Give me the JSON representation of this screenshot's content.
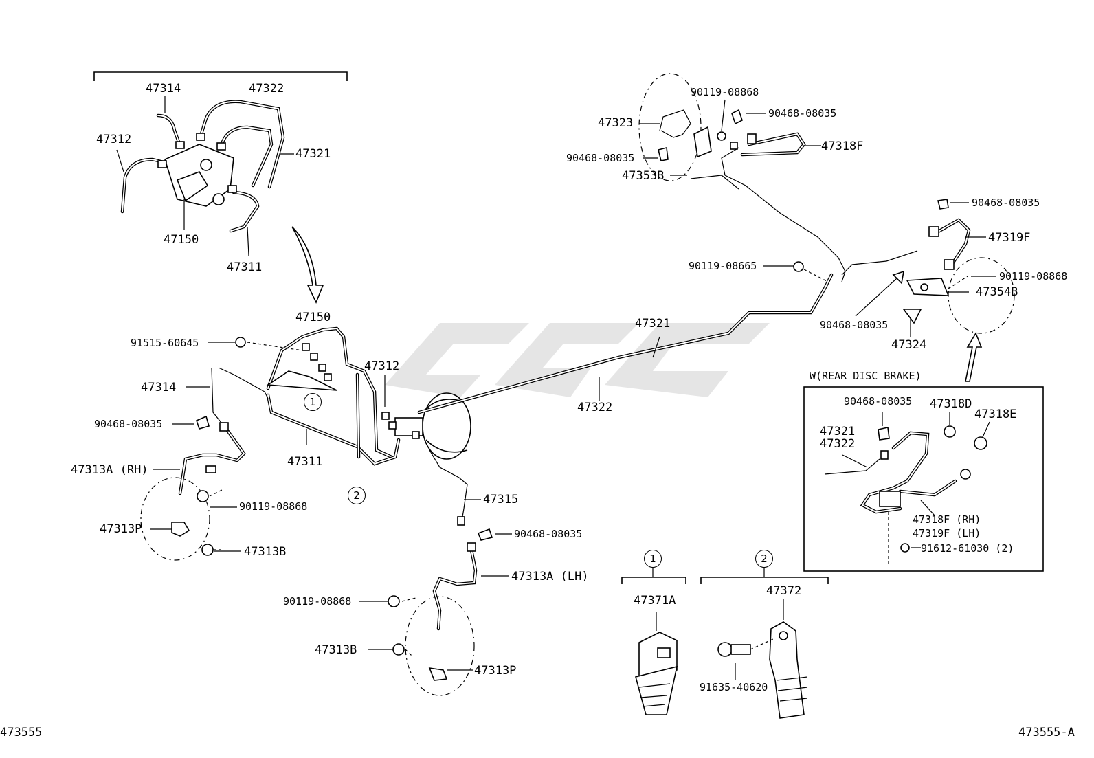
{
  "labels": {
    "top_left": {
      "l47314": "47314",
      "l47322": "47322",
      "l47312": "47312",
      "l47321": "47321",
      "l47150": "47150",
      "l47311": "47311"
    },
    "front": {
      "l47150": "47150",
      "l91515": "91515-60645",
      "l47314": "47314",
      "l47312": "47312",
      "l90468a": "90468-08035",
      "l47311": "47311",
      "l47313a_rh": "47313A (RH)",
      "l90119a": "90119-08868",
      "l47313p_a": "47313P",
      "l47313b_a": "47313B",
      "l47315": "47315",
      "l90468b": "90468-08035",
      "l47313a_lh": "47313A (LH)",
      "l90119b": "90119-08868",
      "l47313b_b": "47313B",
      "l47313p_b": "47313P",
      "l47321": "47321",
      "l47322": "47322"
    },
    "rear": {
      "l90119c": "90119-08868",
      "l90468c": "90468-08035",
      "l47323": "47323",
      "l47318f": "47318F",
      "l90468d": "90468-08035",
      "l47353b": "47353B",
      "l90468e": "90468-08035",
      "l47319f": "47319F",
      "l90119d": "90119-08665",
      "l90119e": "90119-08868",
      "l47354b": "47354B",
      "l90468f": "90468-08035",
      "l47324": "47324"
    },
    "disc_box": {
      "title": "W(REAR DISC BRAKE)",
      "l90468": "90468-08035",
      "l47318d": "47318D",
      "l47318e": "47318E",
      "l47321": "47321",
      "l47322": "47322",
      "l47318f_rh": "47318F (RH)",
      "l47319f_lh": "47319F (LH)",
      "l91612": "91612-61030 (2)"
    },
    "clamps": {
      "c1": "1",
      "c2": "2",
      "l47371a": "47371A",
      "l47372": "47372",
      "l91635": "91635-40620"
    },
    "callouts": {
      "c1": "1",
      "c2": "2"
    },
    "footer": {
      "left": "473555",
      "right": "473555-A"
    }
  }
}
